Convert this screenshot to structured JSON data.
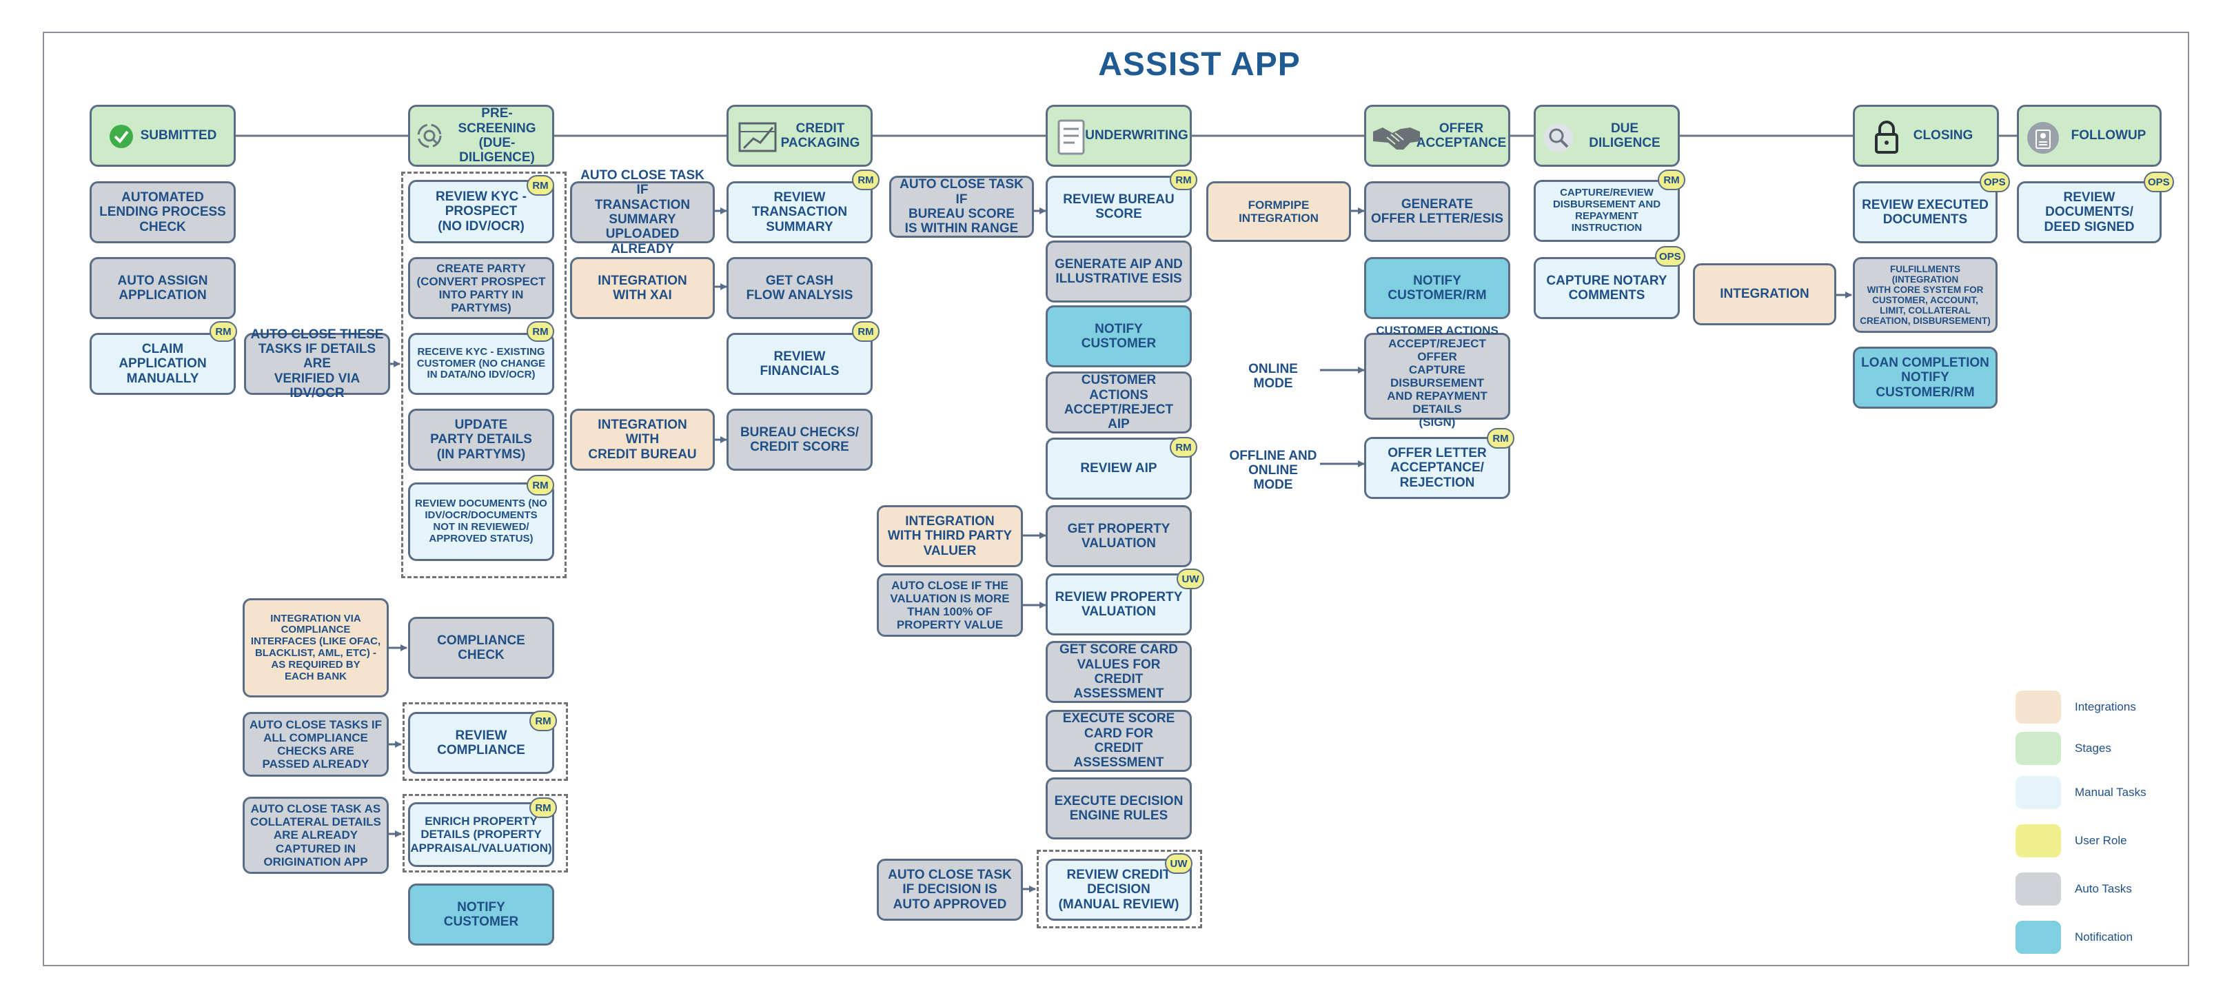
{
  "title": "ASSIST APP",
  "colors": {
    "integrations": "#f6e3cd",
    "stages": "#cdebc8",
    "manual_tasks": "#e4f4f9",
    "user_role": "#f1ee8e",
    "auto_tasks": "#cfd3d8",
    "notification": "#7fcfe0",
    "text": "#1f4f86"
  },
  "stages": [
    {
      "label": "SUBMITTED",
      "icon": "check-circle-icon"
    },
    {
      "label": "PRE-SCREENING\n(DUE-DILIGENCE)",
      "icon": "magnifier-cycle-icon"
    },
    {
      "label": "CREDIT\nPACKAGING",
      "icon": "document-chart-icon"
    },
    {
      "label": "UNDERWRITING",
      "icon": "document-icon"
    },
    {
      "label": "OFFER\nACCEPTANCE",
      "icon": "handshake-icon"
    },
    {
      "label": "DUE DILIGENCE",
      "icon": "magnifier-icon"
    },
    {
      "label": "CLOSING",
      "icon": "lock-icon"
    },
    {
      "label": "FOLLOWUP",
      "icon": "person-checklist-icon"
    }
  ],
  "tasks": {
    "automated_lending_check": "AUTOMATED\nLENDING PROCESS\nCHECK",
    "auto_assign": "AUTO ASSIGN\nAPPLICATION",
    "claim_manually": "CLAIM\nAPPLICATION\nMANUALLY",
    "auto_close_idv": "AUTO CLOSE THESE\nTASKS IF DETAILS ARE\nVERIFIED VIA IDV/OCR",
    "review_kyc": "REVIEW KYC -\nPROSPECT\n(NO IDV/OCR)",
    "create_party": "CREATE PARTY\n(CONVERT PROSPECT\nINTO PARTY IN PARTYMS)",
    "receive_kyc": "RECEIVE KYC - EXISTING\nCUSTOMER (NO CHANGE\nIN DATA/NO IDV/OCR)",
    "update_party": "UPDATE\nPARTY DETAILS\n(IN PARTYMS)",
    "review_documents_pre": "REVIEW DOCUMENTS (NO\nIDV/OCR/DOCUMENTS\nNOT IN REVIEWED/\nAPPROVED STATUS)",
    "integration_compliance": "INTEGRATION VIA\nCOMPLIANCE\nINTERFACES (LIKE OFAC,\nBLACKLIST, AML, ETC) -\nAS REQUIRED BY\nEACH BANK",
    "compliance_check": "COMPLIANCE\nCHECK",
    "auto_close_compliance": "AUTO CLOSE TASKS IF\nALL COMPLIANCE\nCHECKS ARE\nPASSED ALREADY",
    "review_compliance": "REVIEW\nCOMPLIANCE",
    "auto_close_collateral": "AUTO CLOSE TASK AS\nCOLLATERAL DETAILS\nARE ALREADY\nCAPTURED IN\nORIGINATION  APP",
    "enrich_property": "ENRICH PROPERTY\nDETAILS (PROPERTY\nAPPRAISAL/VALUATION)",
    "notify_customer_pre": "NOTIFY\nCUSTOMER",
    "auto_close_txn": "AUTO CLOSE TASK IF\nTRANSACTION\nSUMMARY UPLOADED\nALREADY",
    "review_txn": "REVIEW\nTRANSACTION\nSUMMARY",
    "integration_xai": "INTEGRATION\nWITH XAI",
    "get_cash_flow": "GET CASH\nFLOW ANALYSIS",
    "review_financials": "REVIEW FINANCIALS",
    "integration_bureau": "INTEGRATION\nWITH\nCREDIT BUREAU",
    "bureau_checks": "BUREAU CHECKS/\nCREDIT SCORE",
    "auto_close_bureau": "AUTO CLOSE TASK IF\nBUREAU SCORE\nIS WITHIN RANGE",
    "review_bureau_score": "REVIEW BUREAU\nSCORE",
    "generate_aip": "GENERATE AIP AND\nILLUSTRATIVE ESIS",
    "notify_customer_uw": "NOTIFY\nCUSTOMER",
    "customer_actions_aip": "CUSTOMER ACTIONS\nACCEPT/REJECT AIP",
    "review_aip": "REVIEW AIP",
    "integration_third_party": "INTEGRATION\nWITH THIRD PARTY\nVALUER",
    "get_property_valuation": "GET PROPERTY\nVALUATION",
    "auto_close_valuation": "AUTO CLOSE IF THE\nVALUATION IS MORE\nTHAN 100% OF\nPROPERTY VALUE",
    "review_property_valuation": "REVIEW PROPERTY\nVALUATION",
    "get_score_card": "GET SCORE CARD\nVALUES FOR\nCREDIT ASSESSMENT",
    "execute_score_card": "EXECUTE SCORE\nCARD FOR\nCREDIT ASSESSMENT",
    "execute_decision": "EXECUTE DECISION\nENGINE RULES",
    "auto_close_decision": "AUTO CLOSE TASK\nIF DECISION IS\nAUTO APPROVED",
    "review_credit_decision": "REVIEW CREDIT\nDECISION\n(MANUAL REVIEW)",
    "formpipe_integration": "FORMPIPE\nINTEGRATION",
    "generate_offer_letter": "GENERATE\nOFFER LETTER/ESIS",
    "notify_customer_rm": "NOTIFY\nCUSTOMER/RM",
    "customer_actions_offer": "CUSTOMER ACTIONS\nACCEPT/REJECT OFFER\nCAPTURE DISBURSEMENT\nAND REPAYMENT DETAILS\n(SIGN)",
    "offer_letter_acceptance": "OFFER LETTER\nACCEPTANCE/\nREJECTION",
    "capture_review_disbursement": "CAPTURE/REVIEW\nDISBURSEMENT AND\nREPAYMENT INSTRUCTION",
    "capture_notary": "CAPTURE NOTARY\nCOMMENTS",
    "integration_dd": "INTEGRATION",
    "review_executed_docs": "REVIEW EXECUTED\nDOCUMENTS",
    "fulfillments": "FULFILLMENTS (INTEGRATION\nWITH CORE SYSTEM FOR\nCUSTOMER, ACCOUNT,\nLIMIT, COLLATERAL\nCREATION, DISBURSEMENT)",
    "loan_completion": "LOAN COMPLETION\nNOTIFY\nCUSTOMER/RM",
    "review_docs_deed": "REVIEW DOCUMENTS/\nDEED SIGNED"
  },
  "roles": {
    "rm": "RM",
    "uw": "UW",
    "ops": "OPS"
  },
  "modes": {
    "online": "ONLINE MODE",
    "offline_online": "OFFLINE AND\nONLINE MODE"
  },
  "legend": [
    {
      "label": "Integrations",
      "color": "#f6e3cd"
    },
    {
      "label": "Stages",
      "color": "#cdebc8"
    },
    {
      "label": "Manual Tasks",
      "color": "#e4f4f9"
    },
    {
      "label": "User Role",
      "color": "#f1ee8e"
    },
    {
      "label": "Auto Tasks",
      "color": "#cfd3d8"
    },
    {
      "label": "Notification",
      "color": "#7fcfe0"
    }
  ]
}
